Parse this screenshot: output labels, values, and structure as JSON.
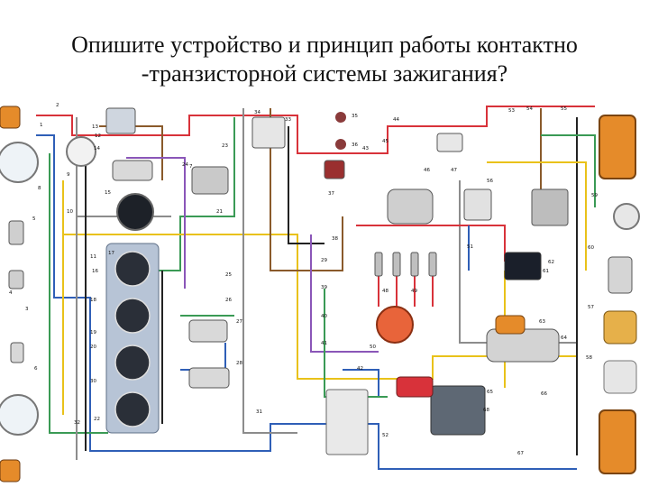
{
  "title": {
    "line1": "Опишите устройство и принцип работы контактно",
    "line2": "-транзисторной системы зажигания?"
  },
  "diagram": {
    "kind": "wiring diagram",
    "component_numbers": [
      "1",
      "2",
      "3",
      "4",
      "5",
      "6",
      "7",
      "8",
      "9",
      "10",
      "11",
      "12",
      "13",
      "14",
      "15",
      "16",
      "17",
      "18",
      "19",
      "20",
      "21",
      "22",
      "23",
      "24",
      "25",
      "26",
      "27",
      "28",
      "29",
      "30",
      "31",
      "32",
      "33",
      "34",
      "35",
      "36",
      "37",
      "38",
      "39",
      "40",
      "41",
      "42",
      "43",
      "44",
      "45",
      "46",
      "47",
      "48",
      "49",
      "50",
      "51",
      "52",
      "53",
      "54",
      "55",
      "56",
      "57",
      "58",
      "59",
      "60",
      "61",
      "62",
      "63",
      "64",
      "65",
      "66",
      "67",
      "68"
    ],
    "colors": {
      "background": "#ffffff",
      "wire_red": "#d8323a",
      "wire_blue": "#2f5fb7",
      "wire_green": "#3a9a55",
      "wire_yellow": "#e9c21a",
      "wire_gray": "#8c8c8c",
      "wire_brown": "#8a5a2b",
      "wire_black": "#222222",
      "wire_violet": "#8a56b8",
      "headlamp_orange": "#e58b2a"
    }
  }
}
